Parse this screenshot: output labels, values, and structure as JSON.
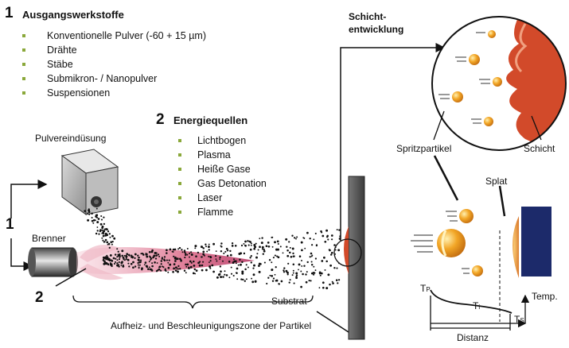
{
  "section1": {
    "number": "1",
    "title": "Ausgangswerkstoffe",
    "items": [
      "Konventionelle Pulver (-60 + 15 µm)",
      "Drähte",
      "Stäbe",
      "Submikron- / Nanopulver",
      "Suspensionen"
    ]
  },
  "section2": {
    "number": "2",
    "title": "Energiequellen",
    "items": [
      "Lichtbogen",
      "Plasma",
      "Heiße Gase",
      "Gas Detonation",
      "Laser",
      "Flamme"
    ]
  },
  "labels": {
    "pulvereindusung": "Pulvereindüsung",
    "brenner": "Brenner",
    "marker1": "1",
    "marker2": "2",
    "zone": "Aufheiz- und Beschleunigungszone der Partikel",
    "substrat": "Substrat",
    "schicht_entwicklung_line1": "Schicht-",
    "schicht_entwicklung_line2": "entwicklung",
    "spritzpartikel": "Spritzpartikel",
    "schicht": "Schicht",
    "splat": "Splat",
    "tp": "T",
    "tp_sub": "P",
    "ti": "T",
    "ti_sub": "i",
    "ts": "T",
    "ts_sub": "S",
    "temp": "Temp.",
    "distanz": "Distanz"
  },
  "colors": {
    "bullet": "#8aa83a",
    "plume": "#d8587a",
    "particle": "#f0a020",
    "layer": "#d24a2a",
    "substrate": "#555555",
    "substrate_block": "#1c2a6a"
  },
  "icons": {
    "injector": "powder-injector-box-icon",
    "torch": "torch-cylinder-icon"
  }
}
